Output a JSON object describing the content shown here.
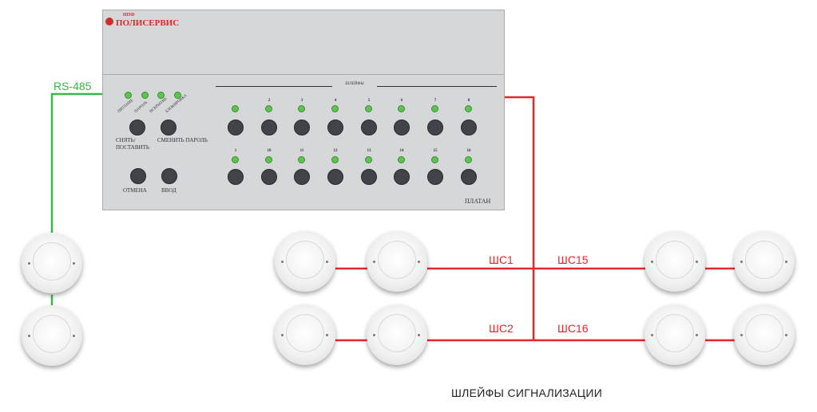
{
  "panel": {
    "brand_small": "НПФ",
    "brand": "ПОЛИСЕРВИС",
    "loops_title": "ШЛЕЙФЫ",
    "model": "ПЛАТАН",
    "indicators": [
      "ПИТАНИЕ",
      "ПАРОЛЬ",
      "ВСКРЫТИЕ",
      "БЛОКИРОВКА"
    ],
    "buttons": {
      "arm_disarm": [
        "СНЯТЬ/",
        "ПОСТАВИТЬ"
      ],
      "change_password": "СМЕНИТЬ ПАРОЛЬ",
      "cancel": "ОТМЕНА",
      "enter": "ВВОД"
    },
    "row1_numbers": [
      "",
      "2",
      "3",
      "4",
      "5",
      "6",
      "7",
      "8"
    ],
    "row2_numbers": [
      "1",
      "10",
      "11",
      "12",
      "13",
      "14",
      "15",
      "16"
    ],
    "led_color": "#5ec450"
  },
  "diagram": {
    "interface_label": "RS-485",
    "loop_labels": {
      "sc1": "ШС1",
      "sc2": "ШС2",
      "sc15": "ШС15",
      "sc16": "ШС16"
    },
    "caption": "ШЛЕЙФЫ СИГНАЛИЗАЦИИ",
    "colors": {
      "rs485": "#3db54a",
      "loops": "#e2292b"
    }
  }
}
